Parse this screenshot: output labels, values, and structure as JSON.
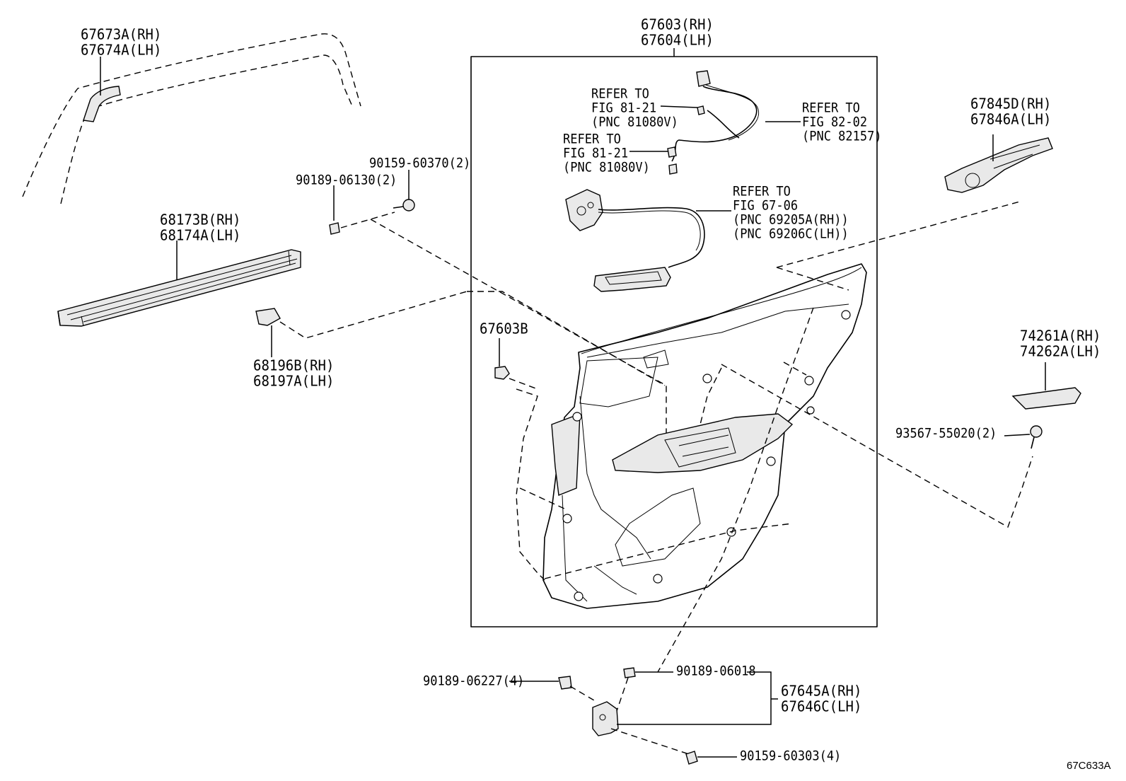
{
  "figure_id": "67C633A",
  "labels": {
    "door_trim_panel": [
      "67603(RH)",
      "67604(LH)"
    ],
    "belt_moulding_front": [
      "67673A(RH)",
      "67674A(LH)"
    ],
    "belt_weatherstrip": [
      "68173B(RH)",
      "68174A(LH)"
    ],
    "weatherstrip_clip": [
      "68196B(RH)",
      "68197A(LH)"
    ],
    "clip_a": "90189-06130(2)",
    "screw_a": "90159-60370(2)",
    "panel_clip": "67603B",
    "switch_base": [
      "67845D(RH)",
      "67846A(LH)"
    ],
    "armrest_cover": [
      "74261A(RH)",
      "74262A(LH)"
    ],
    "screw_b": "93567-55020(2)",
    "ref_wiring_1": [
      "REFER TO",
      "FIG 81-21",
      "(PNC 81080V)"
    ],
    "ref_wiring_2": [
      "REFER TO",
      "FIG 82-02",
      "(PNC 82157)"
    ],
    "ref_wiring_3": [
      "REFER TO",
      "FIG 81-21",
      "(PNC 81080V)"
    ],
    "ref_handle": [
      "REFER TO",
      "FIG 67-06",
      "(PNC 69205A(RH))",
      "(PNC 69206C(LH))"
    ],
    "clip_b": "90189-06227(4)",
    "clip_c": "90189-06018",
    "bracket": [
      "67645A(RH)",
      "67646C(LH)"
    ],
    "screw_c": "90159-60303(4)"
  }
}
